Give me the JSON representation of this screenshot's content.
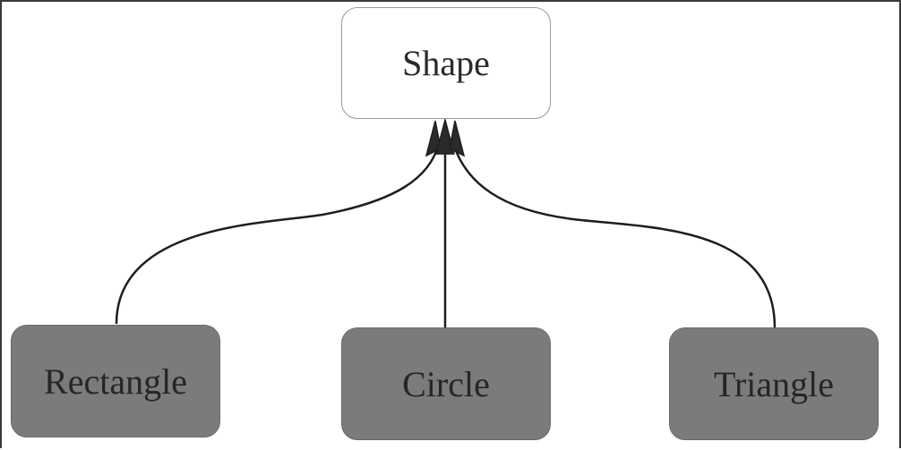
{
  "diagram": {
    "parent": {
      "label": "Shape"
    },
    "children": [
      {
        "label": "Rectangle"
      },
      {
        "label": "Circle"
      },
      {
        "label": "Triangle"
      }
    ],
    "colors": {
      "parent_fill": "#ffffff",
      "child_fill": "#7b7b7b",
      "edge": "#1e1e1e",
      "border": "#3a3a3a"
    }
  }
}
